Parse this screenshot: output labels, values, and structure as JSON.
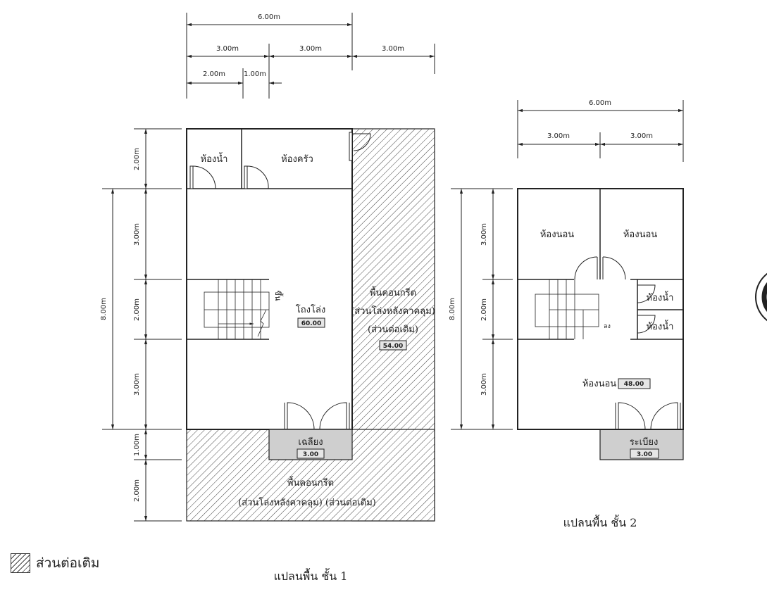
{
  "dimensions": {
    "d_600": "6.00m",
    "d_300": "3.00m",
    "d_200": "2.00m",
    "d_100": "1.00m",
    "d_800": "8.00m"
  },
  "floor1": {
    "caption": "แปลนพื้น ชั้น 1",
    "bathroom": "ห้องน้ำ",
    "kitchen": "ห้องครัว",
    "hall": "โถงโล่ง",
    "hall_area": "60.00",
    "stair_label": "ขึ้น",
    "side_extension_line1": "พื้นคอนกรีต",
    "side_extension_line2": "(ส่วนโล่งหลังคาคลุม)",
    "side_extension_line3": "(ส่วนต่อเติม)",
    "side_extension_area": "54.00",
    "porch": "เฉลียง",
    "porch_area": "3.00",
    "front_extension_line1": "พื้นคอนกรีต",
    "front_extension_line2": "(ส่วนโล่งหลังคาคลุม) (ส่วนต่อเติม)"
  },
  "floor2": {
    "caption": "แปลนพื้น ชั้น 2",
    "bedroom_left": "ห้องนอน",
    "bedroom_right": "ห้องนอน",
    "bathroom_1": "ห้องน้ำ",
    "bathroom_2": "ห้องน้ำ",
    "stair_label": "ลง",
    "bedroom_main": "ห้องนอน",
    "bedroom_main_area": "48.00",
    "balcony": "ระเบียง",
    "balcony_area": "3.00"
  },
  "legend": {
    "label": "ส่วนต่อเติม"
  },
  "colors": {
    "line": "#222222",
    "shade": "#cfcfcf",
    "hatch": "#444444"
  }
}
